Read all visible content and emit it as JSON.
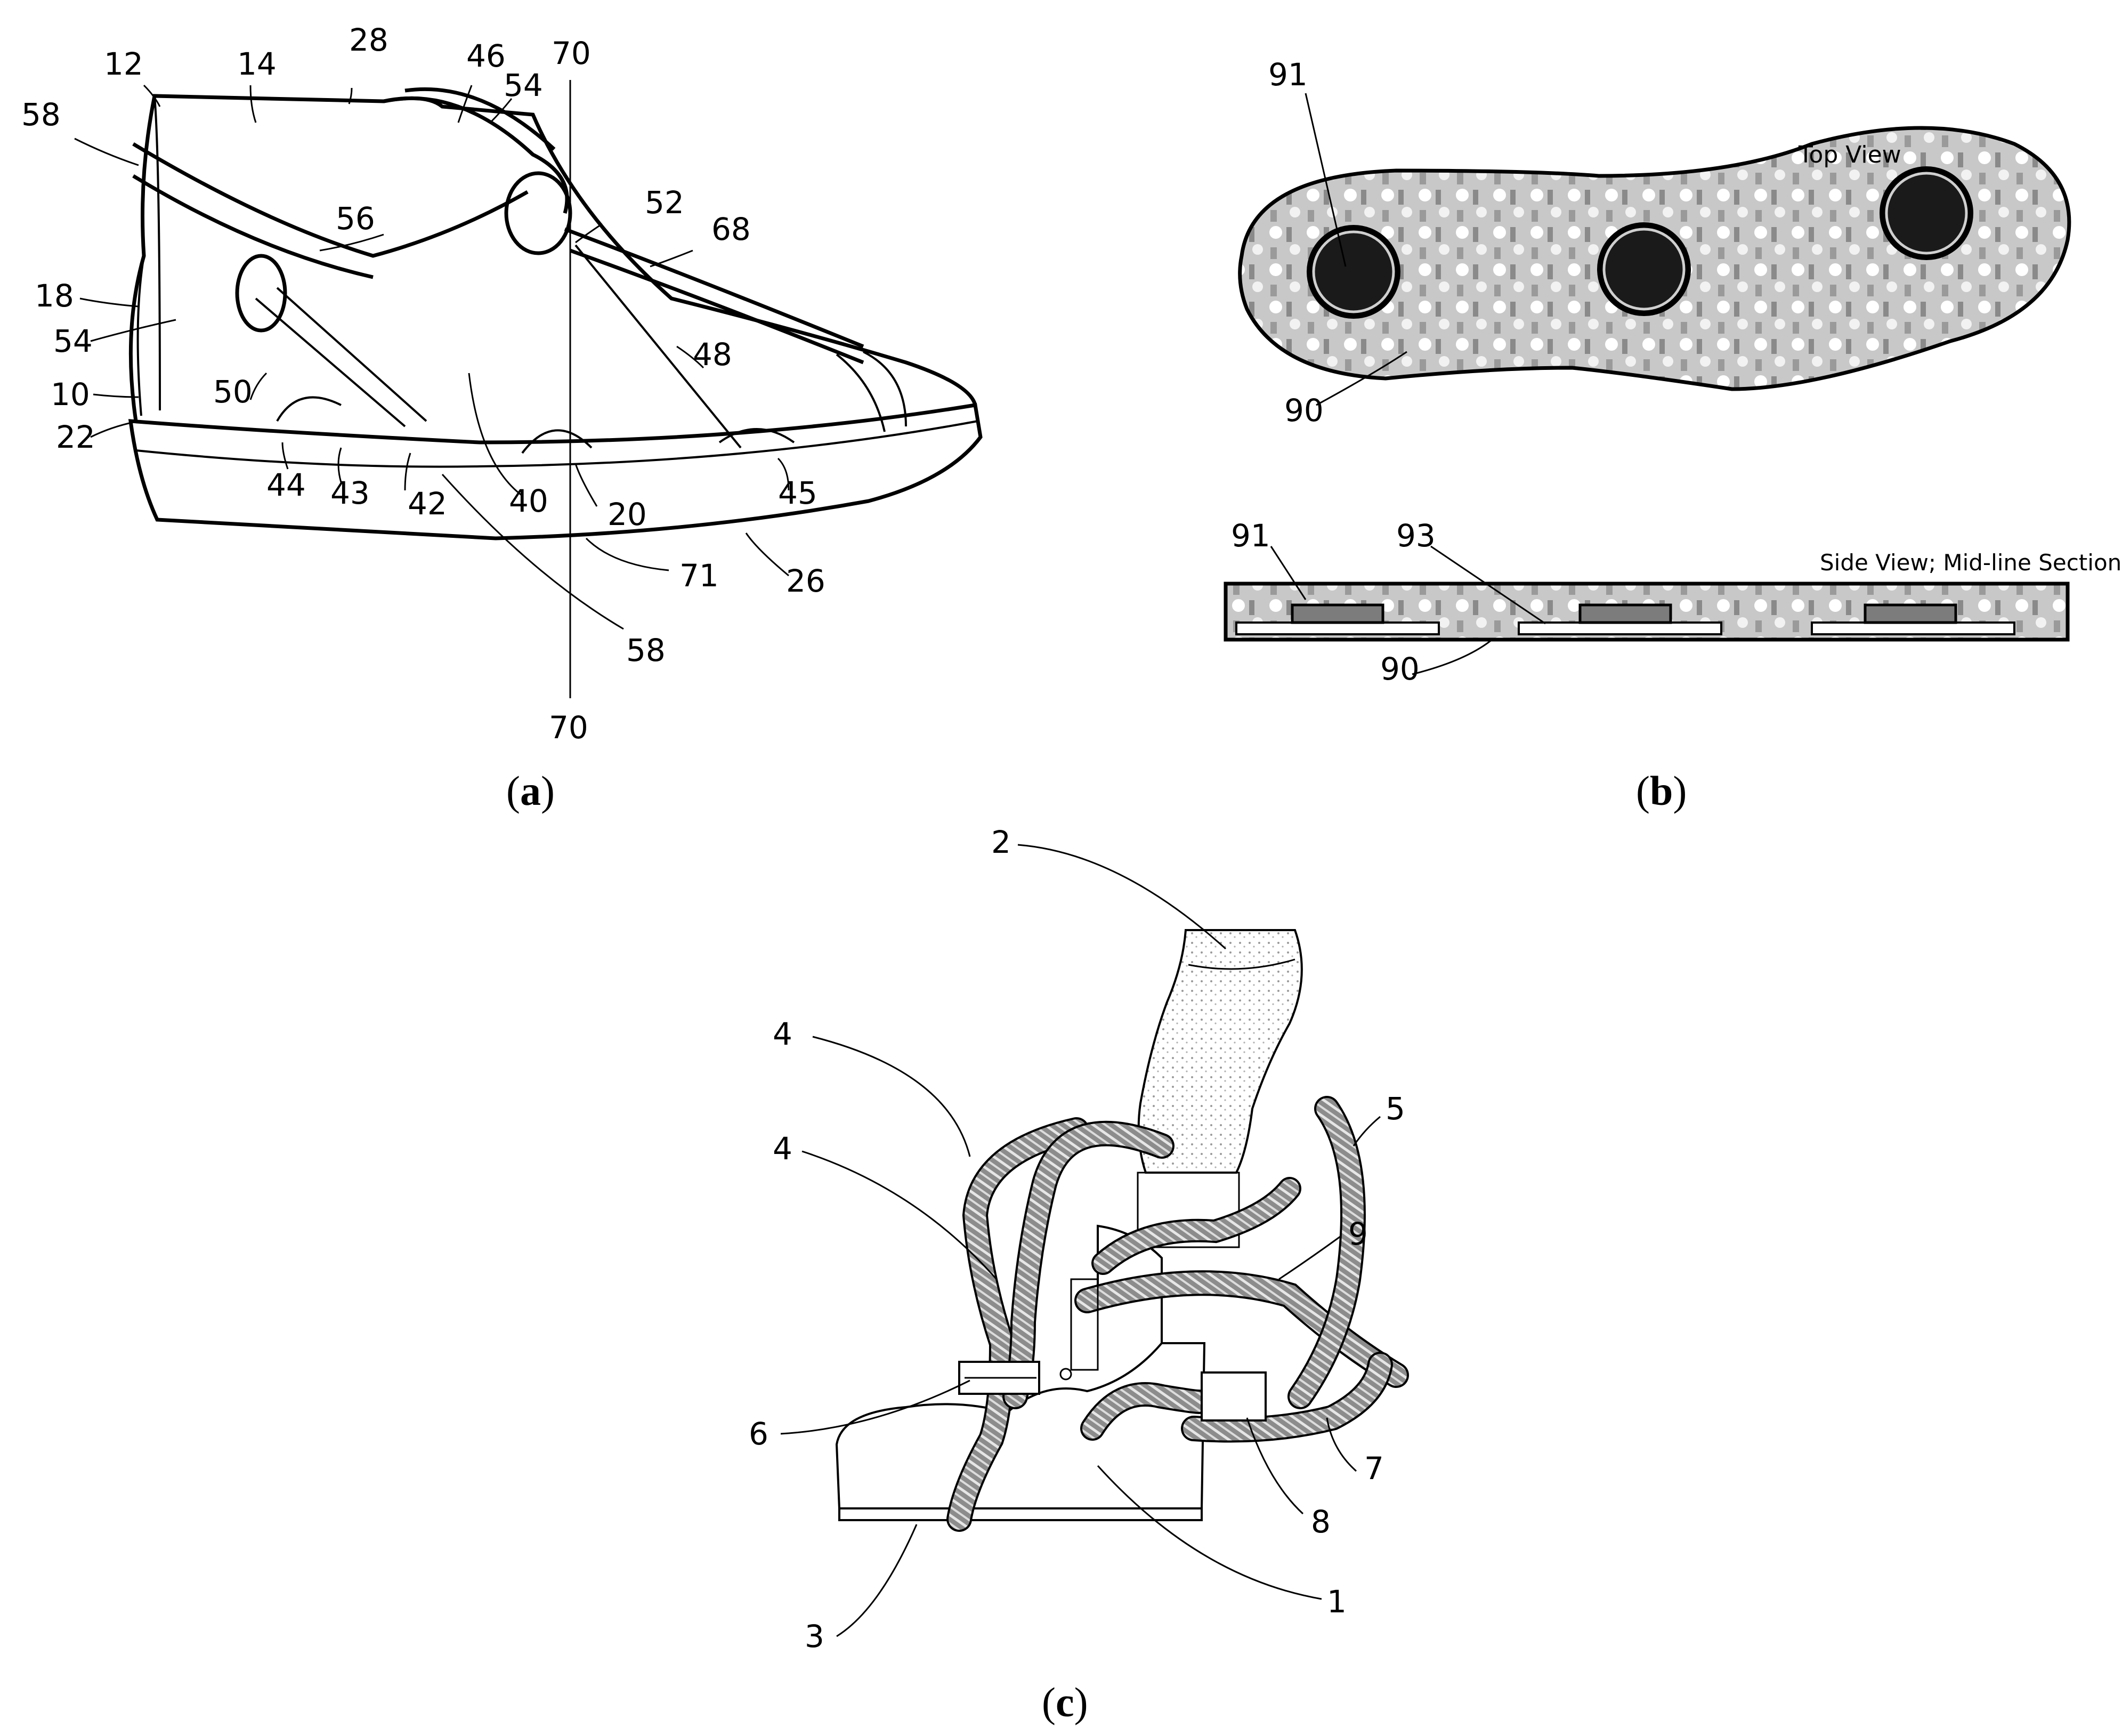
{
  "panel_a": {
    "caption": "a",
    "labels": [
      "12",
      "14",
      "28",
      "46",
      "54",
      "70",
      "58",
      "56",
      "52",
      "68",
      "18",
      "54",
      "50",
      "48",
      "10",
      "22",
      "44",
      "43",
      "42",
      "40",
      "20",
      "45",
      "71",
      "26",
      "58",
      "70"
    ]
  },
  "panel_b": {
    "caption": "b",
    "top_view_title": "Top View",
    "side_view_title": "Side View; Mid-line Section",
    "labels": [
      "91",
      "90",
      "91",
      "93",
      "90"
    ]
  },
  "panel_c": {
    "caption": "c",
    "labels": [
      "2",
      "4",
      "4",
      "5",
      "9",
      "6",
      "7",
      "8",
      "3",
      "1"
    ]
  },
  "colors": {
    "ink": "#000000",
    "paper": "#ffffff",
    "speckle": "#9a9a9a",
    "pad": "#111111"
  }
}
